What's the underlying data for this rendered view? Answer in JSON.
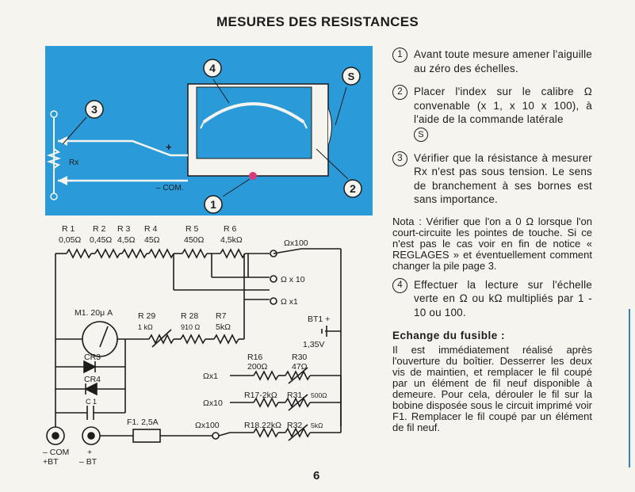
{
  "title": "MESURES DES RESISTANCES",
  "page_number": "6",
  "diagram": {
    "callouts": [
      "1",
      "2",
      "3",
      "4",
      "S"
    ],
    "rx_label": "Rx",
    "plus_label": "+",
    "com_label": "– COM."
  },
  "schematic": {
    "resistors_top": [
      {
        "name": "R 1",
        "value": "0,05Ω"
      },
      {
        "name": "R 2",
        "value": "0,45Ω"
      },
      {
        "name": "R 3",
        "value": "4,5Ω"
      },
      {
        "name": "R 4",
        "value": "45Ω"
      },
      {
        "name": "R 5",
        "value": "450Ω"
      },
      {
        "name": "R 6",
        "value": "4,5kΩ"
      }
    ],
    "range_top": "Ωx100",
    "range_mid": "Ω x 10",
    "range_low": "Ω x1",
    "meter": "M1. 20μ A",
    "r29_name": "R 29",
    "r29_value": "1 kΩ",
    "r28_name": "R 28",
    "r28_value": "910 Ω",
    "r7_name": "R7",
    "r7_value": "5kΩ",
    "battery_name": "BT1 +",
    "battery_value": "1,35V",
    "cr3": "CR3",
    "cr4": "CR4",
    "c1": "C 1",
    "fuse": "F1. 2,5A",
    "right_x1": "Ωx1",
    "right_x10": "Ωx10",
    "right_x100": "Ωx100",
    "r16_name": "R16",
    "r16_value": "200Ω",
    "r30_name": "R30",
    "r30_value": "47Ω",
    "r17": "R17-2kΩ",
    "r31": "R31.",
    "r31_value": "500Ω",
    "r18": "R18.22kΩ",
    "r32": "R32",
    "r32_value": "5kΩ",
    "term_com_1": "– COM",
    "term_com_2": "+BT",
    "term_bt_1": "+",
    "term_bt_2": "– BT"
  },
  "steps": [
    {
      "num": "1",
      "text": "Avant toute mesure amener l'aiguille au zéro des échelles."
    },
    {
      "num": "2",
      "text": "Placer l'index sur le calibre Ω convenable (x 1, x 10 x 100), à l'aide de la commande latérale",
      "symbol": "S"
    },
    {
      "num": "3",
      "text": "Vérifier que la résistance à mesurer Rx n'est pas sous tension. Le sens de branchement à ses bornes est sans importance."
    }
  ],
  "note": "Nota : Vérifier que l'on a 0 Ω lorsque l'on court-circuite les pointes de touche. Si ce n'est pas le cas voir en fin de notice « REGLAGES » et éventuellement comment changer la pile page 3.",
  "step4": {
    "num": "4",
    "text": "Effectuer la lecture sur l'échelle verte en Ω ou kΩ multipliés par 1 - 10 ou 100."
  },
  "fuse_section": {
    "title": "Echange du fusible :",
    "text": "Il est immédiatement réalisé après l'ouverture du boîtier. Desserrer les deux vis de maintien, et remplacer le fil coupé par un élément de fil neuf disponible à demeure. Pour cela, dérouler le fil sur la bobine disposée sous le circuit imprimé voir F1. Remplacer le fil coupé par un élément de fil neuf."
  }
}
